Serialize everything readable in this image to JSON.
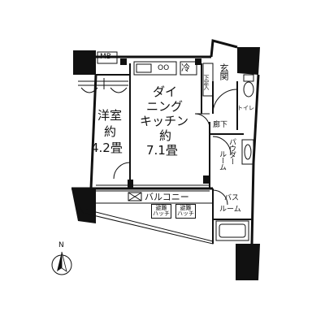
{
  "rooms": {
    "western": {
      "name": "洋室",
      "approx": "約",
      "size": "4.2畳"
    },
    "ldk": {
      "line1": "ダイ",
      "line2": "ニング",
      "line3": "キッチン",
      "approx": "約",
      "size": "7.1畳"
    },
    "balcony": "バルコニー",
    "entrance": "玄関",
    "toilet": "トイレ",
    "hallway": "廊下",
    "powder": {
      "line1": "パウダー",
      "line2": "ルーム"
    },
    "bath": {
      "line1": "バス",
      "line2": "ルーム"
    }
  },
  "fixtures": {
    "mb": "MB",
    "fridge": "冷",
    "shoe": "下足入",
    "oo": "OO",
    "hatch1": {
      "line1": "避難",
      "line2": "ハッチ"
    },
    "hatch2": {
      "line1": "避難",
      "line2": "ハッチ"
    }
  },
  "compass": {
    "north": "N"
  }
}
